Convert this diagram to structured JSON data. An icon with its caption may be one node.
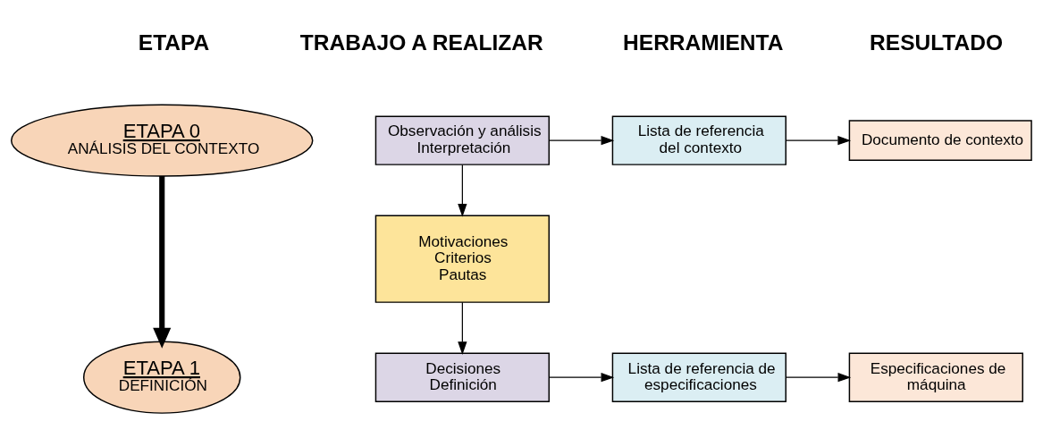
{
  "diagram": {
    "nodes": [
      {
        "text": [
          "ETAPA 0",
          "ANÁLISIS DEL CONTEXTO"
        ]
      },
      {
        "text": [
          "Observación y análisis",
          "Interpretación"
        ]
      },
      {
        "text": [
          "Lista de referencia del contexto"
        ]
      },
      {
        "text": [
          "Documento de contexto"
        ]
      },
      {
        "text": [
          "Motivaciones",
          "Criterios",
          "Pautas"
        ]
      },
      {
        "text": [
          "ETAPA 1",
          "DEFINICIÓN"
        ]
      },
      {
        "text": [
          "Decisiones",
          "Definición"
        ]
      },
      {
        "text": [
          "Lista de referencia de especificaciones"
        ]
      },
      {
        "text": [
          "Especificaciones de máquina"
        ]
      }
    ],
    "edges": [
      {
        "from": 0,
        "to": 5,
        "arrow": "to",
        "style": "thick"
      },
      {
        "from": 1,
        "to": 2,
        "arrow": "to"
      },
      {
        "from": 2,
        "to": 3,
        "arrow": "to"
      },
      {
        "from": 1,
        "to": 4,
        "arrow": "to"
      },
      {
        "from": 4,
        "to": 6,
        "arrow": "to"
      },
      {
        "from": 6,
        "to": 7,
        "arrow": "to"
      },
      {
        "from": 7,
        "to": 8,
        "arrow": "to"
      }
    ],
    "labels": [
      "ETAPA",
      "TRABAJO A REALIZAR",
      "HERRAMIENTA",
      "RESULTADO"
    ]
  }
}
